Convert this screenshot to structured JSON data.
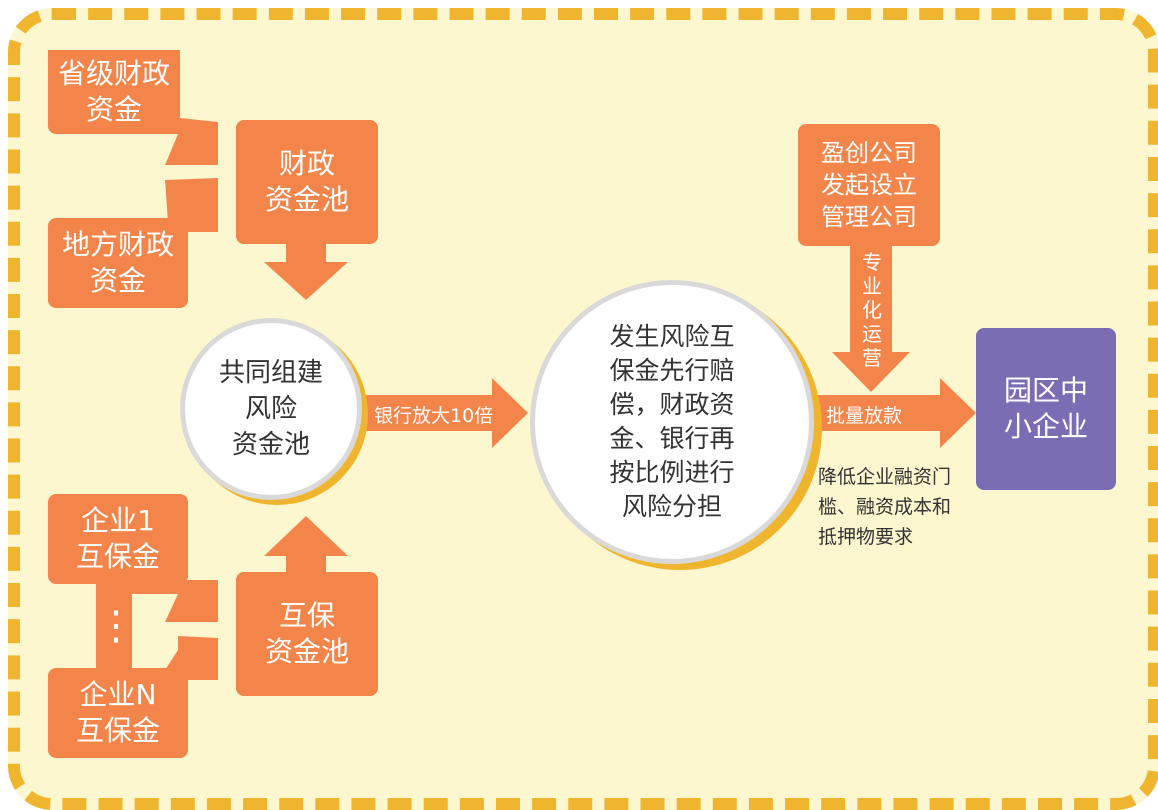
{
  "boxes": {
    "provincial_funds": "省级财政\n资金",
    "local_funds": "地方财政\n资金",
    "fiscal_pool": "财政\n资金池",
    "enterprise_1": "企业1\n互保金",
    "enterprise_n": "企业N\n互保金",
    "mutual_pool": "互保\n资金池",
    "yingchuang": "盈创公司\n发起设立\n管理公司",
    "park_sme": "园区中\n小企业"
  },
  "circles": {
    "risk_pool": "共同组建\n风险\n资金池",
    "compensation": "发生风险互\n保金先行赔\n偿，财政资\n金、银行再\n按比例进行\n风险分担"
  },
  "labels": {
    "bank_amplify": "银行放大10倍",
    "batch_loan": "批量放款",
    "professional_ops": "专\n业\n化\n运\n营",
    "ellipsis": "⋮"
  },
  "notes": {
    "reduce_threshold": "降低企业融资门\n槛、融资成本和\n抵押物要求"
  },
  "colors": {
    "orange": "#f4854a",
    "gold": "#f0b52e",
    "purple": "#7a6db4",
    "background": "#fdf7cf"
  }
}
